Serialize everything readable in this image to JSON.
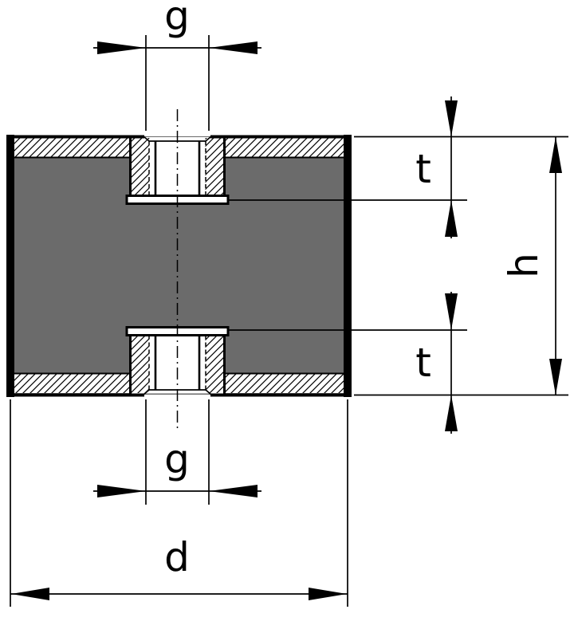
{
  "diagram": {
    "type": "technical-drawing-cross-section",
    "subject": "rubber-metal-buffer-female-thread-both-ends",
    "labels": {
      "g_top": "g",
      "g_bottom": "g",
      "t_top": "t",
      "t_bottom": "t",
      "h": "h",
      "d": "d"
    },
    "colors": {
      "background": "#ffffff",
      "body_fill": "#6b6b6b",
      "line": "#000000"
    }
  }
}
